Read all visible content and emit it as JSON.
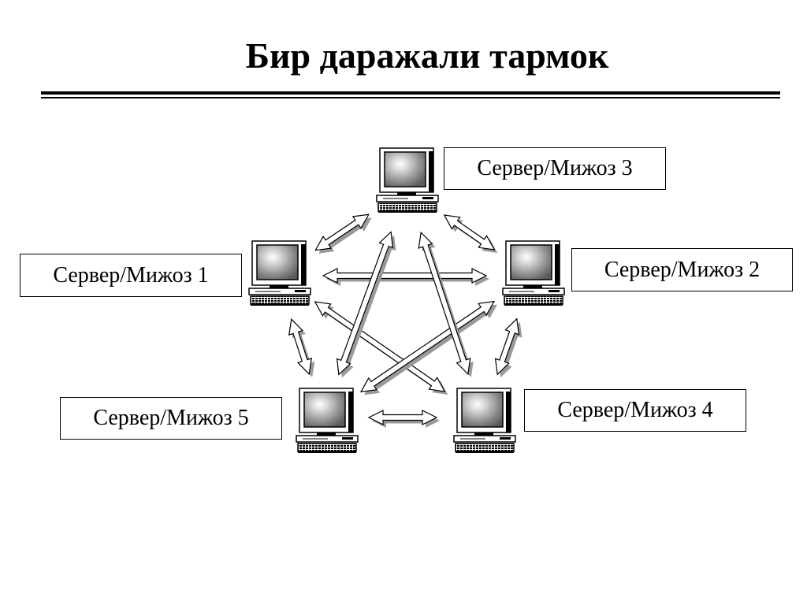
{
  "title": "Бир даражали тармок",
  "nodes": [
    {
      "id": "n1",
      "label": "Сервер/Мижоз 1"
    },
    {
      "id": "n2",
      "label": "Сервер/Мижоз 2"
    },
    {
      "id": "n3",
      "label": "Сервер/Мижоз 3"
    },
    {
      "id": "n4",
      "label": "Сервер/Мижоз 4"
    },
    {
      "id": "n5",
      "label": "Сервер/Мижоз 5"
    }
  ],
  "links": [
    [
      "n1",
      "n2"
    ],
    [
      "n1",
      "n3"
    ],
    [
      "n1",
      "n4"
    ],
    [
      "n1",
      "n5"
    ],
    [
      "n2",
      "n3"
    ],
    [
      "n2",
      "n4"
    ],
    [
      "n2",
      "n5"
    ],
    [
      "n3",
      "n4"
    ],
    [
      "n3",
      "n5"
    ],
    [
      "n4",
      "n5"
    ]
  ]
}
